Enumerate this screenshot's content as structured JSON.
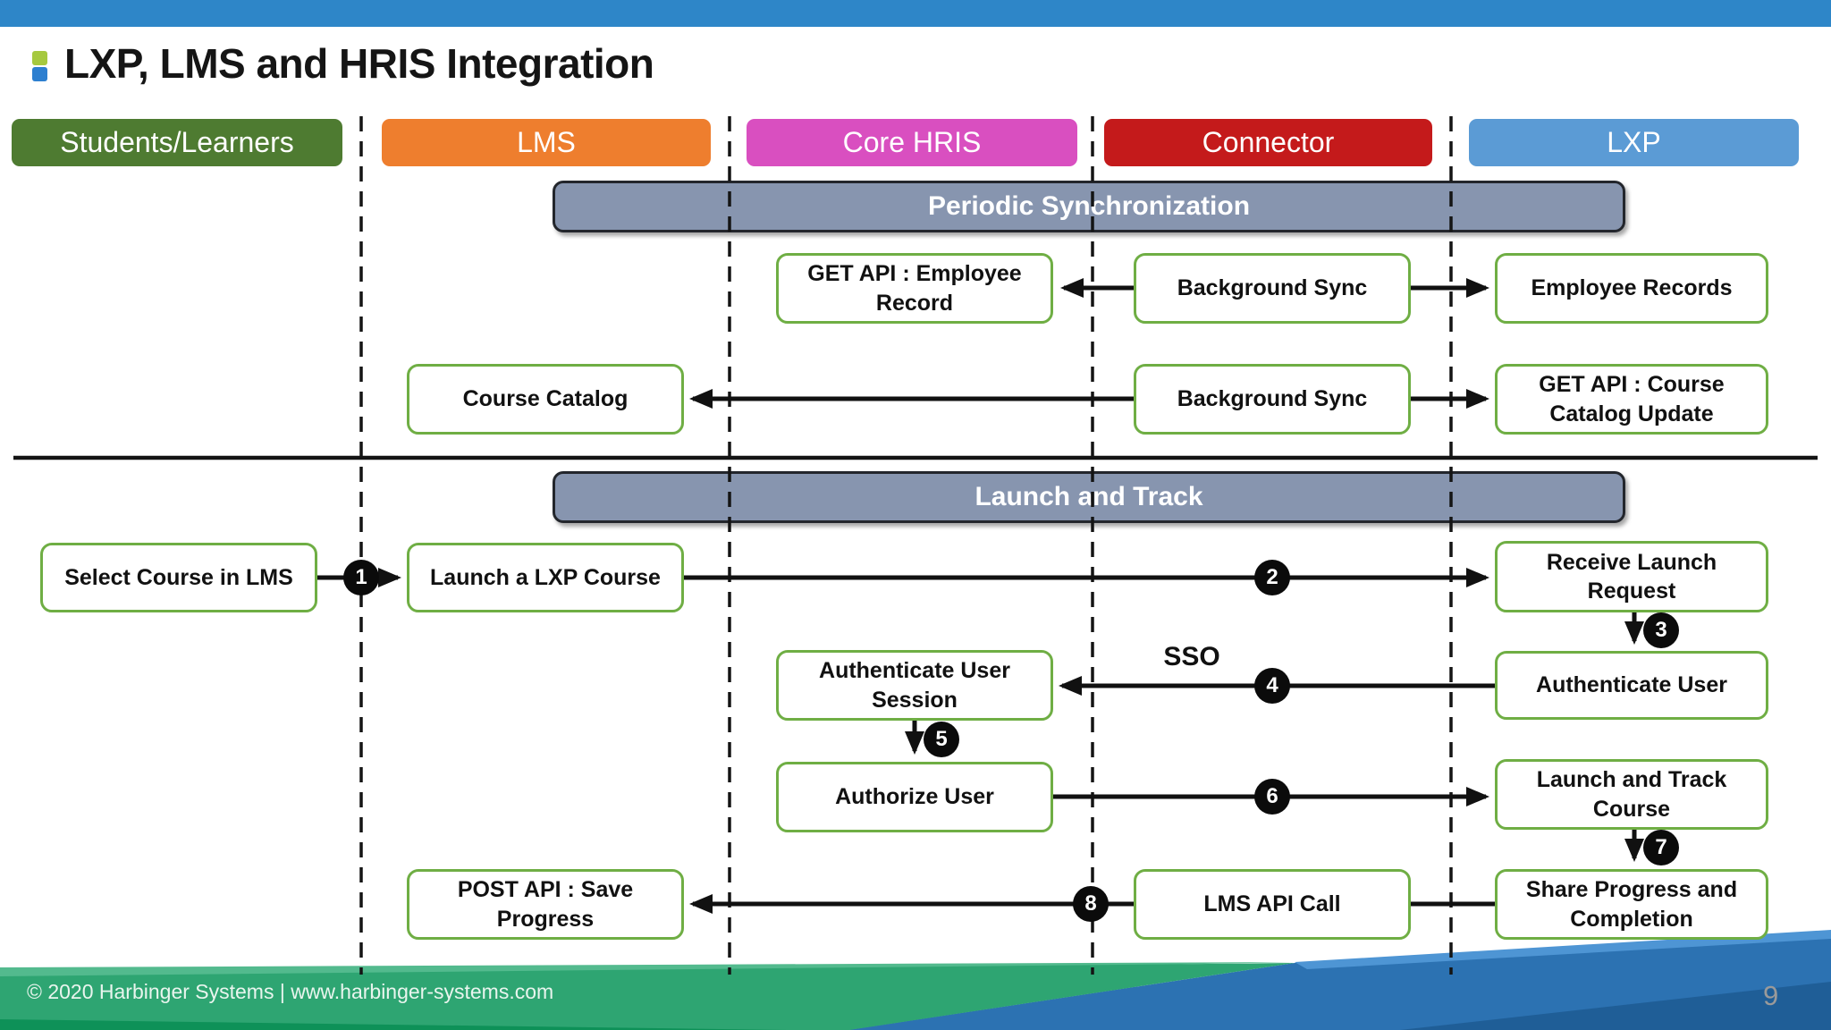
{
  "slide": {
    "title": "LXP, LMS and HRIS Integration",
    "footer_text": "© 2020 Harbinger Systems | www.harbinger-systems.com",
    "page_number": "9"
  },
  "lanes": [
    {
      "label": "Students/Learners",
      "color": "#4E7B31"
    },
    {
      "label": "LMS",
      "color": "#EE7E2E"
    },
    {
      "label": "Core HRIS",
      "color": "#D94FC0"
    },
    {
      "label": "Connector",
      "color": "#C41A1B"
    },
    {
      "label": "LXP",
      "color": "#5B9BD5"
    }
  ],
  "bands": [
    {
      "label": "Periodic Synchronization"
    },
    {
      "label": "Launch and Track"
    }
  ],
  "nodes": {
    "get_api_employee_record": "GET API : Employee Record",
    "background_sync_1": "Background Sync",
    "employee_records": "Employee Records",
    "course_catalog": "Course Catalog",
    "background_sync_2": "Background Sync",
    "get_api_course_catalog_update": "GET API : Course Catalog Update",
    "select_course_in_lms": "Select Course in LMS",
    "launch_a_lxp_course": "Launch a LXP Course",
    "receive_launch_request": "Receive Launch Request",
    "authenticate_user_session": "Authenticate User Session",
    "authenticate_user": "Authenticate User",
    "authorize_user": "Authorize User",
    "launch_and_track_course": "Launch and Track Course",
    "post_api_save_progress": "POST API : Save Progress",
    "lms_api_call": "LMS API Call",
    "share_progress_and_completion": "Share Progress and Completion"
  },
  "steps": [
    "1",
    "2",
    "3",
    "4",
    "5",
    "6",
    "7",
    "8"
  ],
  "labels": {
    "sso": "SSO"
  },
  "edges": [
    {
      "from": "background_sync_1",
      "to": "get_api_employee_record"
    },
    {
      "from": "background_sync_1",
      "to": "employee_records"
    },
    {
      "from": "background_sync_2",
      "to": "course_catalog"
    },
    {
      "from": "background_sync_2",
      "to": "get_api_course_catalog_update"
    },
    {
      "from": "select_course_in_lms",
      "to": "launch_a_lxp_course",
      "step": "1"
    },
    {
      "from": "launch_a_lxp_course",
      "to": "receive_launch_request",
      "step": "2"
    },
    {
      "from": "receive_launch_request",
      "to": "authenticate_user",
      "step": "3"
    },
    {
      "from": "authenticate_user",
      "to": "authenticate_user_session",
      "step": "4",
      "label": "SSO"
    },
    {
      "from": "authenticate_user_session",
      "to": "authorize_user",
      "step": "5"
    },
    {
      "from": "authorize_user",
      "to": "launch_and_track_course",
      "step": "6"
    },
    {
      "from": "launch_and_track_course",
      "to": "share_progress_and_completion",
      "step": "7"
    },
    {
      "from": "share_progress_and_completion",
      "to": "lms_api_call"
    },
    {
      "from": "lms_api_call",
      "to": "post_api_save_progress",
      "step": "8"
    }
  ],
  "colors": {
    "top_bar": "#2E86C8",
    "band_fill": "#8795AF",
    "node_border": "#6FAE44",
    "footer_green": "#2EA572",
    "footer_blue": "#2C72B2",
    "step_circle": "#0B0B0B"
  }
}
